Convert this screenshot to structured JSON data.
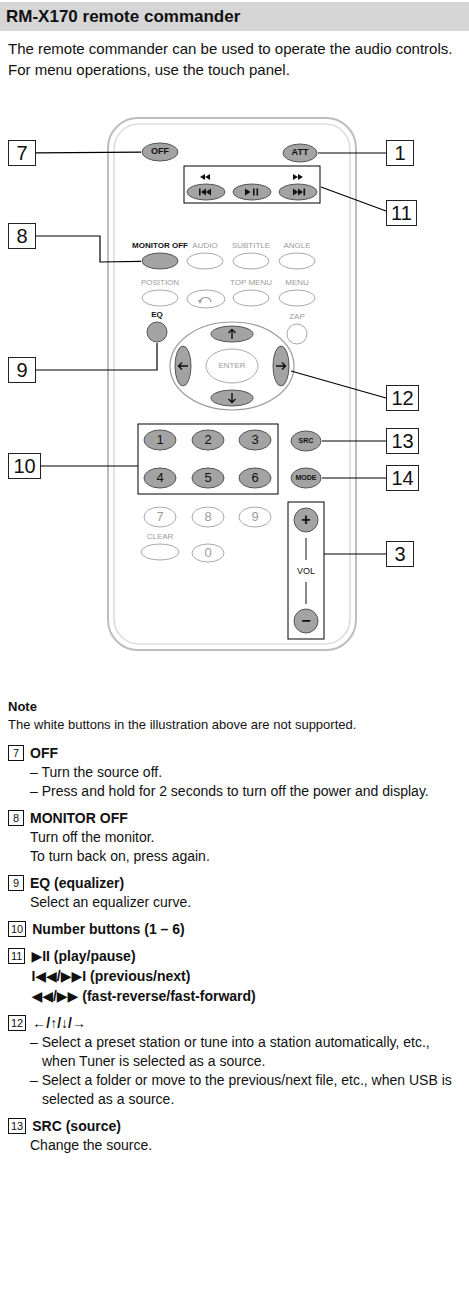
{
  "diagram": {
    "title": "RM-X170 remote commander",
    "nodes": [
      {
        "text": [
          "7"
        ]
      },
      {
        "text": [
          "OFF"
        ]
      },
      {
        "text": [
          "ATT"
        ]
      },
      {
        "text": [
          "1"
        ]
      },
      {
        "text": [
          "11"
        ]
      },
      {
        "text": [
          "8"
        ]
      },
      {
        "text": [
          "MONITOR OFF"
        ]
      },
      {
        "text": [
          "AUDIO"
        ]
      },
      {
        "text": [
          "SUBTITLE"
        ]
      },
      {
        "text": [
          "ANGLE"
        ]
      },
      {
        "text": [
          "POSITION"
        ]
      },
      {
        "text": [
          "TOP MENU"
        ]
      },
      {
        "text": [
          "MENU"
        ]
      },
      {
        "text": [
          "EQ"
        ]
      },
      {
        "text": [
          "ZAP"
        ]
      },
      {
        "text": [
          "9"
        ]
      },
      {
        "text": [
          "ENTER"
        ]
      },
      {
        "text": [
          "12"
        ]
      },
      {
        "text": [
          "1"
        ]
      },
      {
        "text": [
          "2"
        ]
      },
      {
        "text": [
          "3"
        ]
      },
      {
        "text": [
          "SRC"
        ]
      },
      {
        "text": [
          "13"
        ]
      },
      {
        "text": [
          "10"
        ]
      },
      {
        "text": [
          "4"
        ]
      },
      {
        "text": [
          "5"
        ]
      },
      {
        "text": [
          "6"
        ]
      },
      {
        "text": [
          "MODE"
        ]
      },
      {
        "text": [
          "14"
        ]
      },
      {
        "text": [
          "7"
        ]
      },
      {
        "text": [
          "8"
        ]
      },
      {
        "text": [
          "9"
        ]
      },
      {
        "text": [
          "+"
        ]
      },
      {
        "text": [
          "CLEAR"
        ]
      },
      {
        "text": [
          "0"
        ]
      },
      {
        "text": [
          "3"
        ]
      },
      {
        "text": [
          "−"
        ]
      },
      {
        "text": [
          "7",
          "OFF"
        ]
      },
      {
        "text": [
          "8",
          "MONITOR OFF"
        ]
      },
      {
        "text": [
          "9",
          "EQ (equalizer)"
        ]
      },
      {
        "text": [
          "10",
          "Number buttons (1 – 6)"
        ]
      },
      {
        "text": [
          "11",
          "▶II (play/pause)",
          "I◀◀/▶▶I (previous/next)",
          "◀◀/▶▶ (fast-reverse/fast-forward)"
        ]
      },
      {
        "text": [
          "12",
          "←/↑/↓/→"
        ]
      },
      {
        "text": [
          "13",
          "SRC (source)"
        ]
      }
    ],
    "edges": [
      {
        "from": 0,
        "to": 1,
        "arrow": "none"
      },
      {
        "from": 3,
        "to": 2,
        "arrow": "none"
      },
      {
        "from": 5,
        "to": 6,
        "arrow": "none"
      },
      {
        "from": 15,
        "to": 13,
        "arrow": "none"
      },
      {
        "from": 22,
        "to": 21,
        "arrow": "none"
      },
      {
        "from": 28,
        "to": 27,
        "arrow": "none"
      }
    ],
    "labels": [
      "The remote commander can be used to operate the audio controls. For menu operations, use the touch panel.",
      "VOL",
      "Note",
      "The white buttons in the illustration above are not supported.",
      "– Turn the source off.",
      "– Press and hold for 2 seconds to turn off the power and display.",
      "Turn off the monitor.",
      "To turn back on, press again.",
      "Select an equalizer curve.",
      "– Select a preset station or tune into a station automatically, etc., when Tuner is selected as a source.",
      "– Select a folder or move to the previous/next file, etc., when USB is selected as a source.",
      "Change the source."
    ]
  }
}
